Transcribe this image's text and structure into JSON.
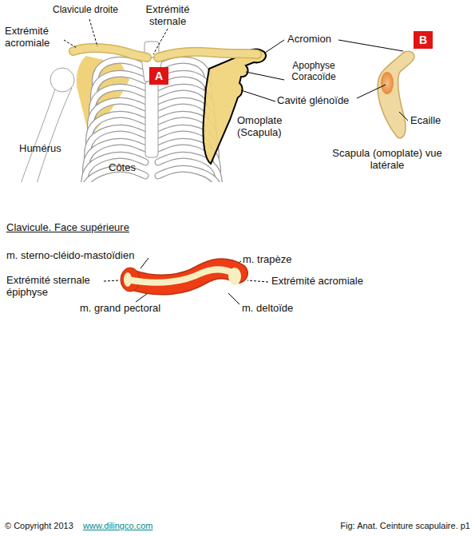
{
  "diagram": {
    "caption": "Fig: Anat. Ceinture scapulaire. p1",
    "nodes": [
      {
        "text": [
          "A"
        ]
      },
      {
        "text": [
          "B"
        ]
      }
    ],
    "labels": [
      "Clavicule droite",
      "Extrémité sternale",
      "Extrémité acromiale",
      "Humérus",
      "Côtes",
      "Acromion",
      "Apophyse Coracoïde",
      "Cavité glénoïde",
      "Omoplate (Scapula)",
      "Ecaille",
      "Scapula (omoplate) vue latérale",
      "Clavicule. Face supérieure",
      "m. sterno-cléido-mastoïdien",
      "m. trapèze",
      "Extrémité sternale épiphyse",
      "Extrémité acromiale",
      "m. grand pectoral",
      "m. deltoïde",
      "© Copyright 2013",
      "www.dilingco.com"
    ]
  }
}
